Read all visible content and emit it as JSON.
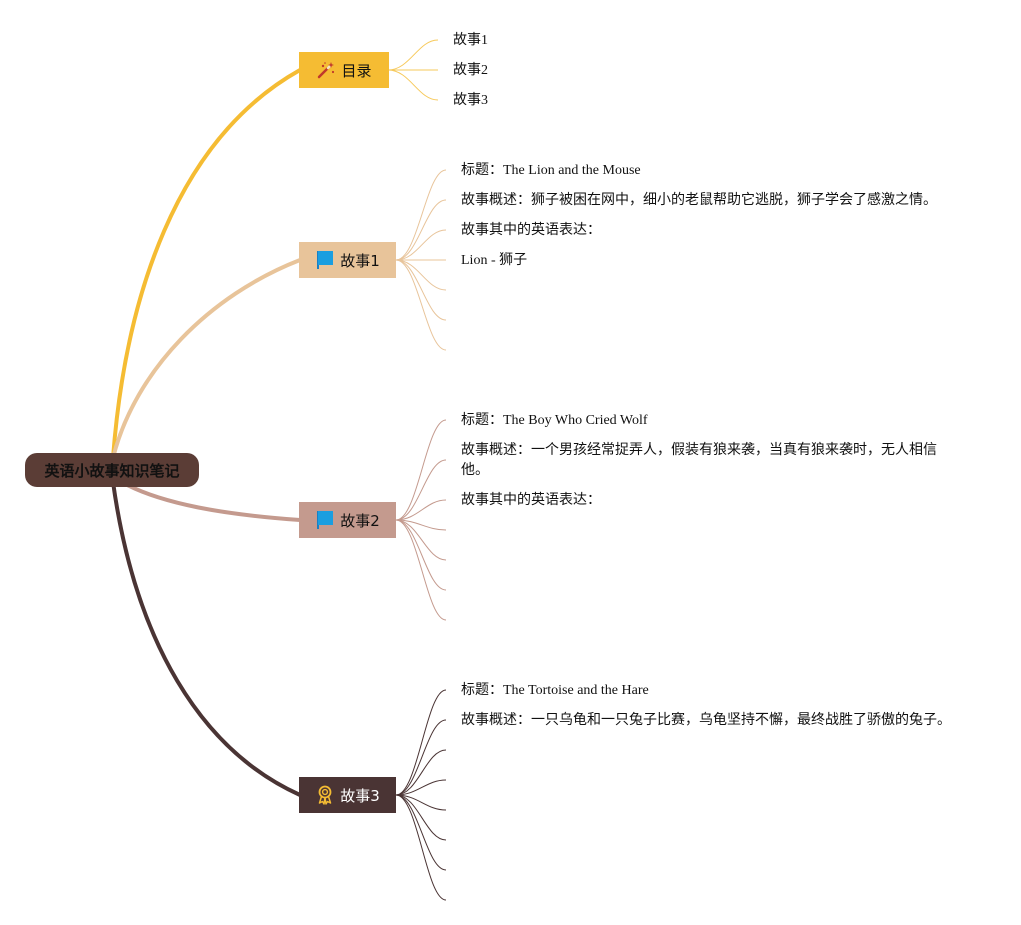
{
  "root": {
    "label": "英语小故事知识笔记"
  },
  "colors": {
    "toc": "#f5bc33",
    "story1": "#e8c49a",
    "story2": "#c49a8e",
    "story3": "#4a3434",
    "root_bg": "#5b3d36"
  },
  "toc": {
    "label": "目录",
    "icon": "magic-wand-icon",
    "items": [
      "故事1",
      "故事2",
      "故事3"
    ]
  },
  "story1": {
    "label": "故事1",
    "icon": "blue-flag-icon",
    "items": [
      "标题：The Lion and the Mouse",
      "故事概述：狮子被困在网中，细小的老鼠帮助它逃脱，狮子学会了感激之情。",
      "故事其中的英语表达：",
      "Lion - 狮子"
    ]
  },
  "story2": {
    "label": "故事2",
    "icon": "blue-flag-icon",
    "items": [
      "标题：The Boy Who Cried Wolf",
      "故事概述：一个男孩经常捉弄人，假装有狼来袭，当真有狼来袭时，无人相信他。",
      "故事其中的英语表达："
    ]
  },
  "story3": {
    "label": "故事3",
    "icon": "award-ribbon-icon",
    "items": [
      "标题：The Tortoise and the Hare",
      "故事概述：一只乌龟和一只兔子比赛，乌龟坚持不懈，最终战胜了骄傲的兔子。"
    ]
  }
}
